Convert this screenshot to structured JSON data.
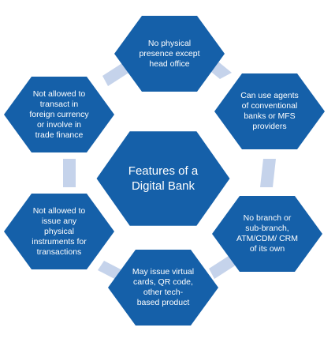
{
  "diagram": {
    "center": "Features of a\nDigital Bank",
    "features": [
      "No physical\npresence except\nhead office",
      "Can use agents\nof conventional\nbanks or MFS\nproviders",
      "No branch or\nsub-branch,\nATM/CDM/ CRM\nof its own",
      "May issue virtual\ncards, QR code,\nother tech-\nbased product",
      "Not allowed to\nissue any\nphysical\ninstruments for\ntransactions",
      "Not allowed to\ntransact in\nforeign currency\nor involve in\ntrade finance"
    ]
  },
  "colors": {
    "hexagon_fill": "#1560a9",
    "connector_fill": "#c5d3eb",
    "text": "#ffffff"
  }
}
